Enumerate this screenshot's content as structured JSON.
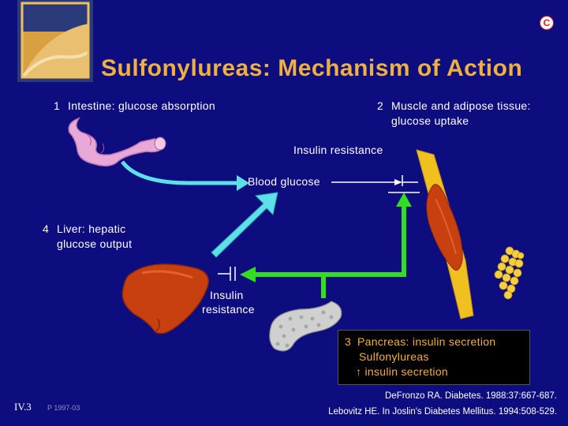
{
  "title": "Sulfonylureas: Mechanism of Action",
  "copyright_mark": "C",
  "labels": {
    "intestine_num": "1",
    "intestine": "Intestine: glucose absorption",
    "muscle_num": "2",
    "muscle_line1": "Muscle and adipose tissue:",
    "muscle_line2": "glucose uptake",
    "insulin_resistance_top": "Insulin resistance",
    "blood_glucose": "Blood glucose",
    "liver_num": "4",
    "liver_line1": "Liver: hepatic",
    "liver_line2": "glucose output",
    "insulin_resistance_liver_line1": "Insulin",
    "insulin_resistance_liver_line2": "resistance"
  },
  "pancreas_box": {
    "num": "3",
    "line1": "Pancreas: insulin secretion",
    "line2": "Sulfonylureas",
    "up_arrow": "↑",
    "line3": "insulin secretion"
  },
  "references": [
    "DeFronzo RA. Diabetes. 1988:37:667-687.",
    "Lebovitz HE. In Joslin's Diabetes Mellitus. 1994:508-529."
  ],
  "slide_number": "IV.3",
  "small_code": "P 1997-03",
  "colors": {
    "background": "#0d0d80",
    "title": "#f0b040",
    "arrow_cyan": "#5ee0e8",
    "arrow_green": "#33dd22",
    "organ_red": "#c84010",
    "tendon_yellow": "#f0c020"
  }
}
